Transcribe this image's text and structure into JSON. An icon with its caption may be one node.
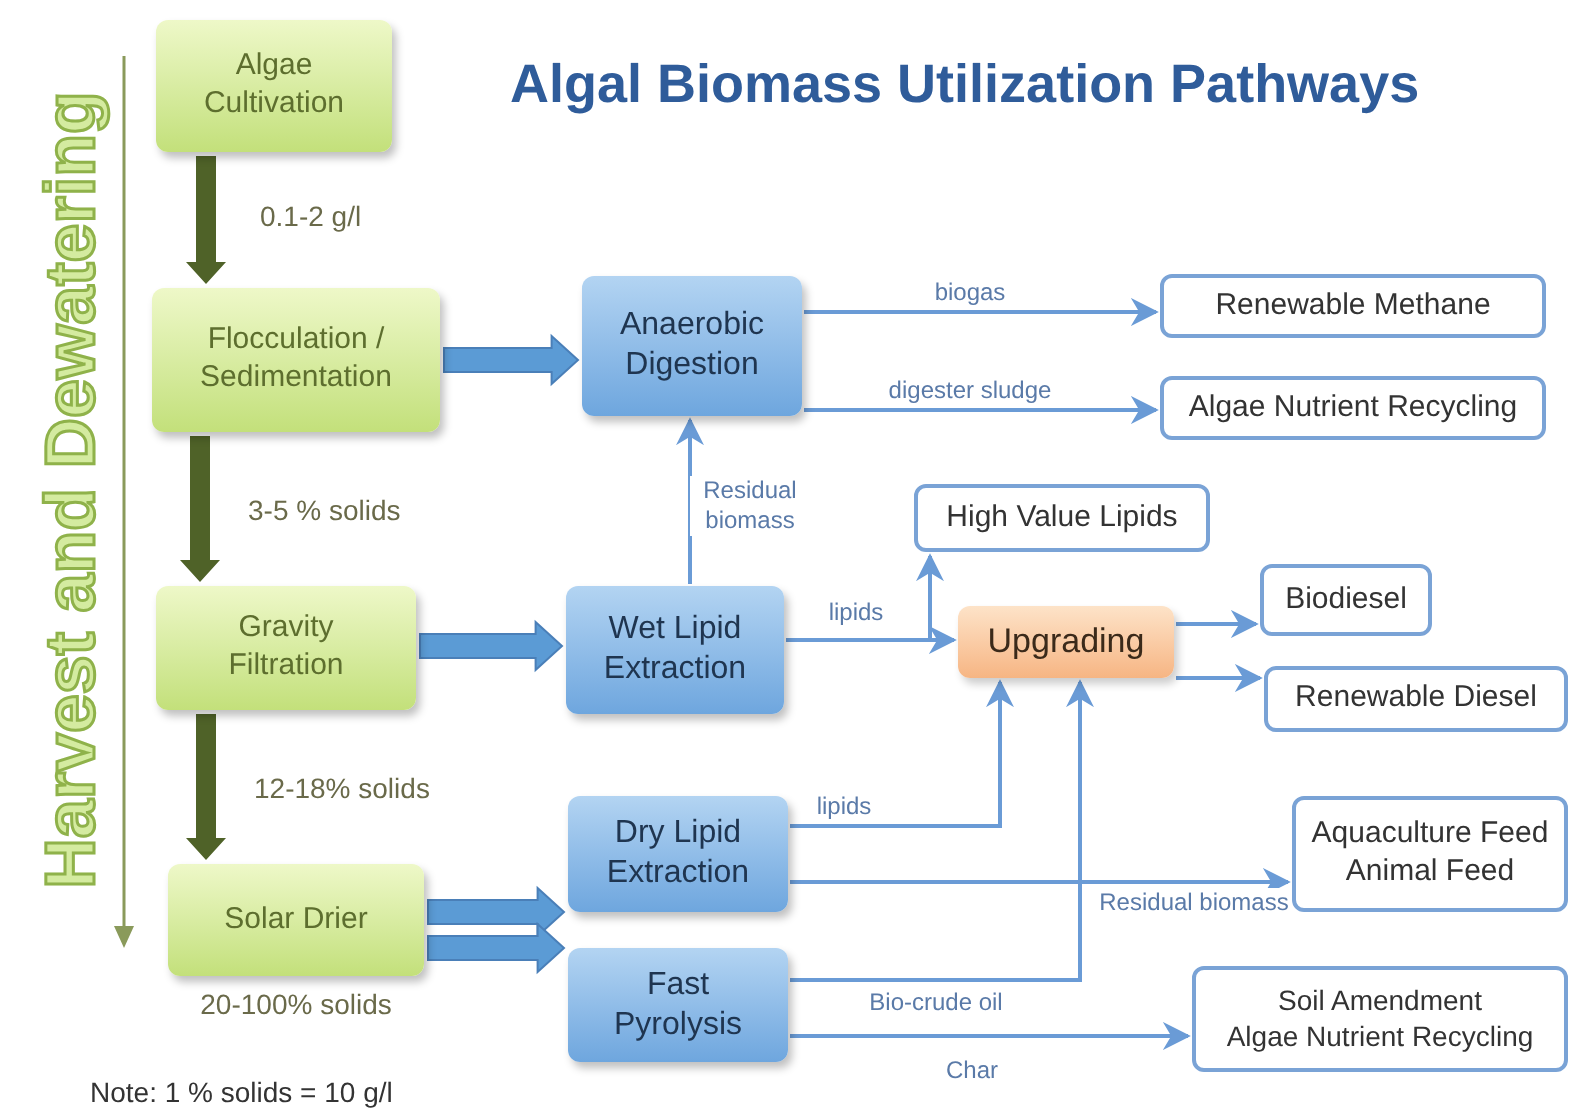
{
  "diagram": {
    "title": "Algal Biomass Utilization Pathways",
    "nodes": [
      {
        "text": [
          "Algae Cultivation"
        ]
      },
      {
        "text": [
          "Flocculation / Sedimentation"
        ]
      },
      {
        "text": [
          "Gravity Filtration"
        ]
      },
      {
        "text": [
          "Solar Drier"
        ],
        "beside": [
          "20-100% solids"
        ]
      },
      {
        "text": [
          "Anaerobic Digestion"
        ]
      },
      {
        "text": [
          "Wet Lipid Extraction"
        ]
      },
      {
        "text": [
          "Dry Lipid Extraction"
        ]
      },
      {
        "text": [
          "Fast Pyrolysis"
        ]
      },
      {
        "text": [
          "Renewable Methane"
        ]
      },
      {
        "text": [
          "Algae Nutrient Recycling"
        ]
      },
      {
        "text": [
          "High Value Lipids"
        ]
      },
      {
        "text": [
          "Upgrading"
        ]
      },
      {
        "text": [
          "Biodiesel"
        ]
      },
      {
        "text": [
          "Renewable Diesel"
        ]
      },
      {
        "text": [
          "Aquaculture Feed",
          "Animal Feed"
        ]
      },
      {
        "text": [
          "Soil Amendment",
          "Algae Nutrient Recycling"
        ]
      }
    ],
    "edges": [
      {
        "from": 0,
        "to": 1,
        "arrow": "to",
        "label": "0.1-2 g/l",
        "style": "thick",
        "color": "#4f6228"
      },
      {
        "from": 1,
        "to": 2,
        "arrow": "to",
        "label": "3-5 % solids",
        "style": "thick",
        "color": "#4f6228"
      },
      {
        "from": 2,
        "to": 3,
        "arrow": "to",
        "label": "12-18% solids",
        "style": "thick",
        "color": "#4f6228"
      },
      {
        "from": 1,
        "to": 4,
        "arrow": "to",
        "style": "thick"
      },
      {
        "from": 2,
        "to": 5,
        "arrow": "to",
        "style": "thick"
      },
      {
        "from": 3,
        "to": 6,
        "arrow": "to",
        "style": "thick"
      },
      {
        "from": 3,
        "to": 7,
        "arrow": "to",
        "style": "thick"
      },
      {
        "from": 4,
        "to": 8,
        "arrow": "to",
        "label": "biogas"
      },
      {
        "from": 4,
        "to": 9,
        "arrow": "to",
        "label": "digester sludge"
      },
      {
        "from": 5,
        "to": 4,
        "arrow": "to",
        "label": "Residual biomass"
      },
      {
        "from": 5,
        "to": 11,
        "arrow": "to",
        "label": "lipids"
      },
      {
        "from": 5,
        "to": 10,
        "arrow": "to"
      },
      {
        "from": 6,
        "to": 11,
        "arrow": "to",
        "label": "lipids"
      },
      {
        "from": 6,
        "to": 14,
        "arrow": "to",
        "label": "Residual biomass"
      },
      {
        "from": 7,
        "to": 11,
        "arrow": "to",
        "label": "Bio-crude oil"
      },
      {
        "from": 7,
        "to": 15,
        "arrow": "to",
        "label": "Char"
      },
      {
        "from": 11,
        "to": 12,
        "arrow": "to"
      },
      {
        "from": 11,
        "to": 13,
        "arrow": "to"
      }
    ],
    "labels": [
      "Harvest and Dewatering",
      "Note: 1 % solids = 10 g/l"
    ]
  }
}
